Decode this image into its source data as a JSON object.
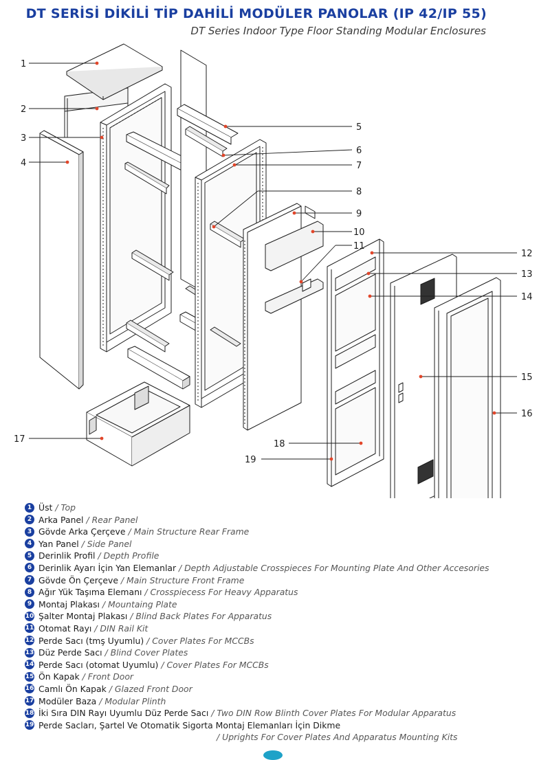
{
  "title": "DT SERİSİ DİKİLİ TİP DAHİLİ MODÜLER PANOLAR (IP 42/IP 55)",
  "subtitle": "DT Series Indoor Type Floor Standing Modular Enclosures",
  "callouts": [
    "1",
    "2",
    "3",
    "4",
    "5",
    "6",
    "7",
    "8",
    "9",
    "10",
    "11",
    "12",
    "13",
    "14",
    "15",
    "16",
    "17",
    "18",
    "19"
  ],
  "colors": {
    "accent": "#1a3fa0",
    "marker": "#e2462a",
    "line": "#1c1c1c"
  },
  "legend": [
    {
      "num": "1",
      "tr": "Üst",
      "en": "Top"
    },
    {
      "num": "2",
      "tr": "Arka Panel",
      "en": "Rear Panel"
    },
    {
      "num": "3",
      "tr": "Gövde Arka Çerçeve",
      "en": "Main Structure Rear Frame"
    },
    {
      "num": "4",
      "tr": "Yan Panel",
      "en": "Side Panel"
    },
    {
      "num": "5",
      "tr": "Derinlik Profil",
      "en": "Depth Profile"
    },
    {
      "num": "6",
      "tr": "Derinlik Ayarı İçin Yan Elemanlar",
      "en": "Depth Adjustable Crosspieces For Mounting Plate And Other Accesories"
    },
    {
      "num": "7",
      "tr": "Gövde Ön Çerçeve",
      "en": "Main Structure Front Frame"
    },
    {
      "num": "8",
      "tr": "Ağır Yük Taşıma Elemanı",
      "en": "Crosspiecess For Heavy Apparatus"
    },
    {
      "num": "9",
      "tr": "Montaj Plakası",
      "en": "Mountaing Plate"
    },
    {
      "num": "10",
      "tr": "Şalter Montaj Plakası",
      "en": "Blind Back Plates For Apparatus"
    },
    {
      "num": "11",
      "tr": "Otomat Rayı",
      "en": "DIN Rail Kit"
    },
    {
      "num": "12",
      "tr": "Perde Sacı (tmş Uyumlu)",
      "en": "Cover Plates For MCCBs"
    },
    {
      "num": "13",
      "tr": "Düz Perde Sacı",
      "en": "Blind Cover Plates"
    },
    {
      "num": "14",
      "tr": "Perde Sacı (otomat Uyumlu)",
      "en": "Cover Plates For MCCBs"
    },
    {
      "num": "15",
      "tr": "Ön Kapak",
      "en": "Front Door"
    },
    {
      "num": "16",
      "tr": "Camlı Ön Kapak",
      "en": "Glazed Front Door"
    },
    {
      "num": "17",
      "tr": "Modüler Baza",
      "en": "Modular Plinth"
    },
    {
      "num": "18",
      "tr": "İki Sıra DIN Rayı Uyumlu Düz Perde Sacı",
      "en": "Two DIN Row Blinth Cover Plates For Modular Apparatus"
    },
    {
      "num": "19",
      "tr": "Perde Sacları, Şartel Ve Otomatik Sigorta Montaj Elemanları İçin Dikme",
      "en": "Uprights For Cover Plates And Apparatus Mounting Kits"
    }
  ]
}
